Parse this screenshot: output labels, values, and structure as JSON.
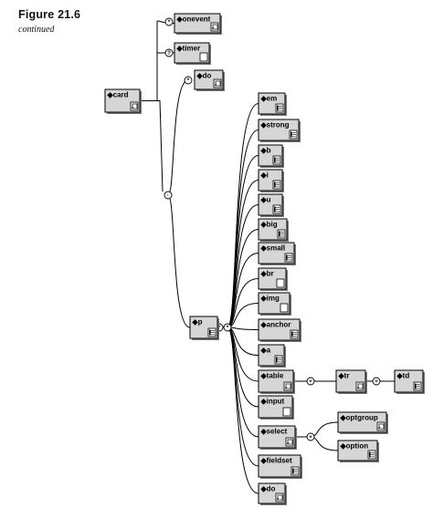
{
  "figure": {
    "title": "Figure 21.6",
    "subtitle": "continued"
  },
  "nodes": [
    {
      "id": "card",
      "label": "card",
      "icon": "children-content-icon",
      "interactable": false
    },
    {
      "id": "onevent",
      "label": "onevent",
      "icon": "children-content-icon"
    },
    {
      "id": "timer",
      "label": "timer",
      "icon": "empty-content-icon"
    },
    {
      "id": "do_top",
      "label": "do",
      "icon": "children-content-icon"
    },
    {
      "id": "p",
      "label": "p",
      "icon": "mixed-content-icon"
    },
    {
      "id": "em",
      "label": "em",
      "icon": "mixed-content-icon"
    },
    {
      "id": "strong",
      "label": "strong",
      "icon": "mixed-content-icon"
    },
    {
      "id": "b",
      "label": "b",
      "icon": "mixed-content-icon"
    },
    {
      "id": "i",
      "label": "i",
      "icon": "mixed-content-icon"
    },
    {
      "id": "u",
      "label": "u",
      "icon": "mixed-content-icon"
    },
    {
      "id": "big",
      "label": "big",
      "icon": "mixed-content-icon"
    },
    {
      "id": "small",
      "label": "small",
      "icon": "mixed-content-icon"
    },
    {
      "id": "br",
      "label": "br",
      "icon": "empty-content-icon"
    },
    {
      "id": "img",
      "label": "img",
      "icon": "empty-content-icon"
    },
    {
      "id": "anchor",
      "label": "anchor",
      "icon": "mixed-content-icon"
    },
    {
      "id": "a",
      "label": "a",
      "icon": "mixed-content-icon"
    },
    {
      "id": "table",
      "label": "table",
      "icon": "children-content-icon"
    },
    {
      "id": "tr",
      "label": "tr",
      "icon": "children-content-icon"
    },
    {
      "id": "td",
      "label": "td",
      "icon": "mixed-content-icon"
    },
    {
      "id": "input",
      "label": "input",
      "icon": "empty-content-icon"
    },
    {
      "id": "select",
      "label": "select",
      "icon": "children-content-icon"
    },
    {
      "id": "optgroup",
      "label": "optgroup",
      "icon": "children-content-icon"
    },
    {
      "id": "option",
      "label": "option",
      "icon": "mixed-content-icon"
    },
    {
      "id": "fieldset",
      "label": "fieldset",
      "icon": "mixed-content-icon"
    },
    {
      "id": "do_bottom",
      "label": "do",
      "icon": "children-content-icon"
    }
  ],
  "connectors": [
    {
      "id": "card-seq",
      "symbol": "·"
    },
    {
      "id": "onevent-mult",
      "symbol": "*"
    },
    {
      "id": "timer-opt",
      "symbol": "?"
    },
    {
      "id": "do-mult",
      "symbol": "*"
    },
    {
      "id": "p-mult",
      "symbol": "*"
    },
    {
      "id": "p-choice",
      "symbol": "*"
    },
    {
      "id": "table-mult",
      "symbol": "+"
    },
    {
      "id": "tr-mult",
      "symbol": "+"
    },
    {
      "id": "select-choice",
      "symbol": "+"
    }
  ]
}
